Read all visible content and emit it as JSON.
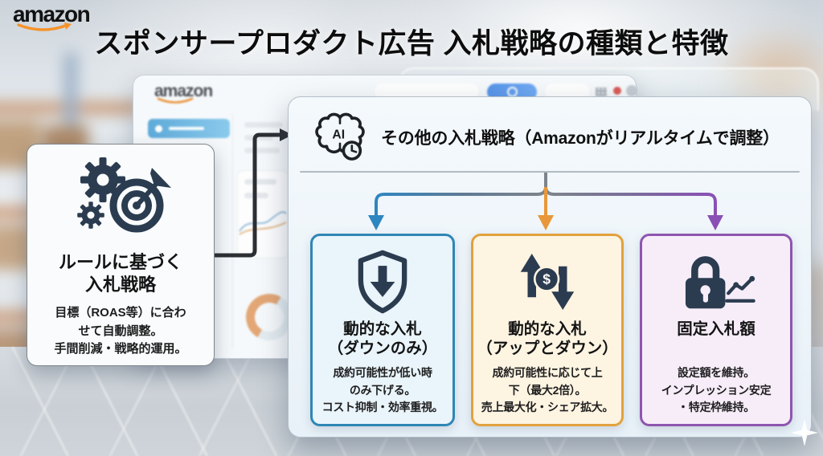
{
  "brand": {
    "logo_text": "amazon"
  },
  "title": "スポンサープロダクト広告 入札戦略の種類と特徴",
  "console": {
    "logo_text": "amazon"
  },
  "left_card": {
    "title_lines": [
      "ルールに基づく",
      "入札戦略"
    ],
    "body_lines": [
      "目標（ROAS等）に合わ",
      "せて自動調整。",
      "手間削減・戦略的運用。"
    ]
  },
  "panel": {
    "ai_label": "AI",
    "header": "その他の入札戦略（Amazonがリアルタイムで調整）",
    "cards": [
      {
        "accent": "#2e86b5",
        "title_lines": [
          "動的な入札",
          "（ダウンのみ）"
        ],
        "body_lines": [
          "成約可能性が低い時",
          "のみ下げる。",
          "コスト抑制・効率重視。"
        ]
      },
      {
        "accent": "#e2a13d",
        "dollar_symbol": "$",
        "title_lines": [
          "動的な入札",
          "（アップとダウン）"
        ],
        "body_lines": [
          "成約可能性に応じて上",
          "下（最大2倍）。",
          "売上最大化・シェア拡大。"
        ]
      },
      {
        "accent": "#8e55b0",
        "title_lines": [
          "固定入札額",
          ""
        ],
        "body_lines": [
          "設定額を維持。",
          "インプレッション安定",
          "・特定枠維持。"
        ]
      }
    ]
  },
  "colors": {
    "icon_navy": "#2b3c50",
    "branch_blue": "#2e86c1",
    "branch_orange": "#e8973a",
    "branch_purple": "#8a4fb5",
    "amazon_orange": "#f5932a"
  }
}
